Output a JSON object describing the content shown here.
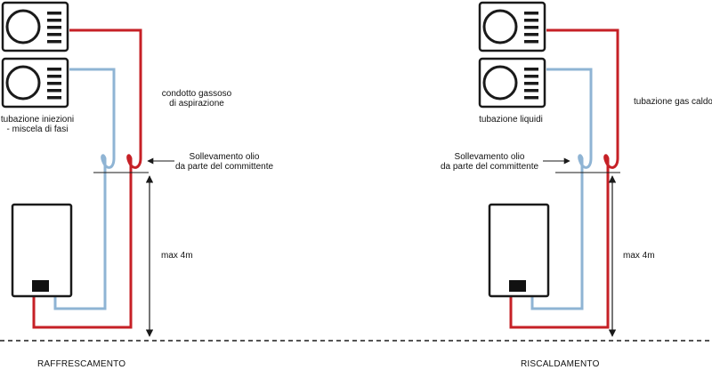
{
  "colors": {
    "red_pipe": "#c62026",
    "blue_pipe": "#8fb4d4",
    "outline": "#1a1a1a",
    "text": "#111111"
  },
  "left": {
    "label_gas_pipe": "condotto gassoso\ndi aspirazione",
    "label_injection_pipe": "tubazione iniezioni\n- miscela di fasi",
    "label_oil_lift": "Sollevamento olio\nda parte del committente",
    "label_height": "max 4m",
    "mode_title": "RAFFRESCAMENTO"
  },
  "right": {
    "label_hot_gas_pipe": "tubazione gas caldo",
    "label_liquid_pipe": "tubazione liquidi",
    "label_oil_lift": "Sollevamento olio\nda parte del committente",
    "label_height": "max 4m",
    "mode_title": "RISCALDAMENTO"
  },
  "icons": {
    "outdoor_unit": "outdoor-unit-icon",
    "indoor_unit": "indoor-unit-icon",
    "arrow": "arrow-icon",
    "ground": "ground-line"
  }
}
